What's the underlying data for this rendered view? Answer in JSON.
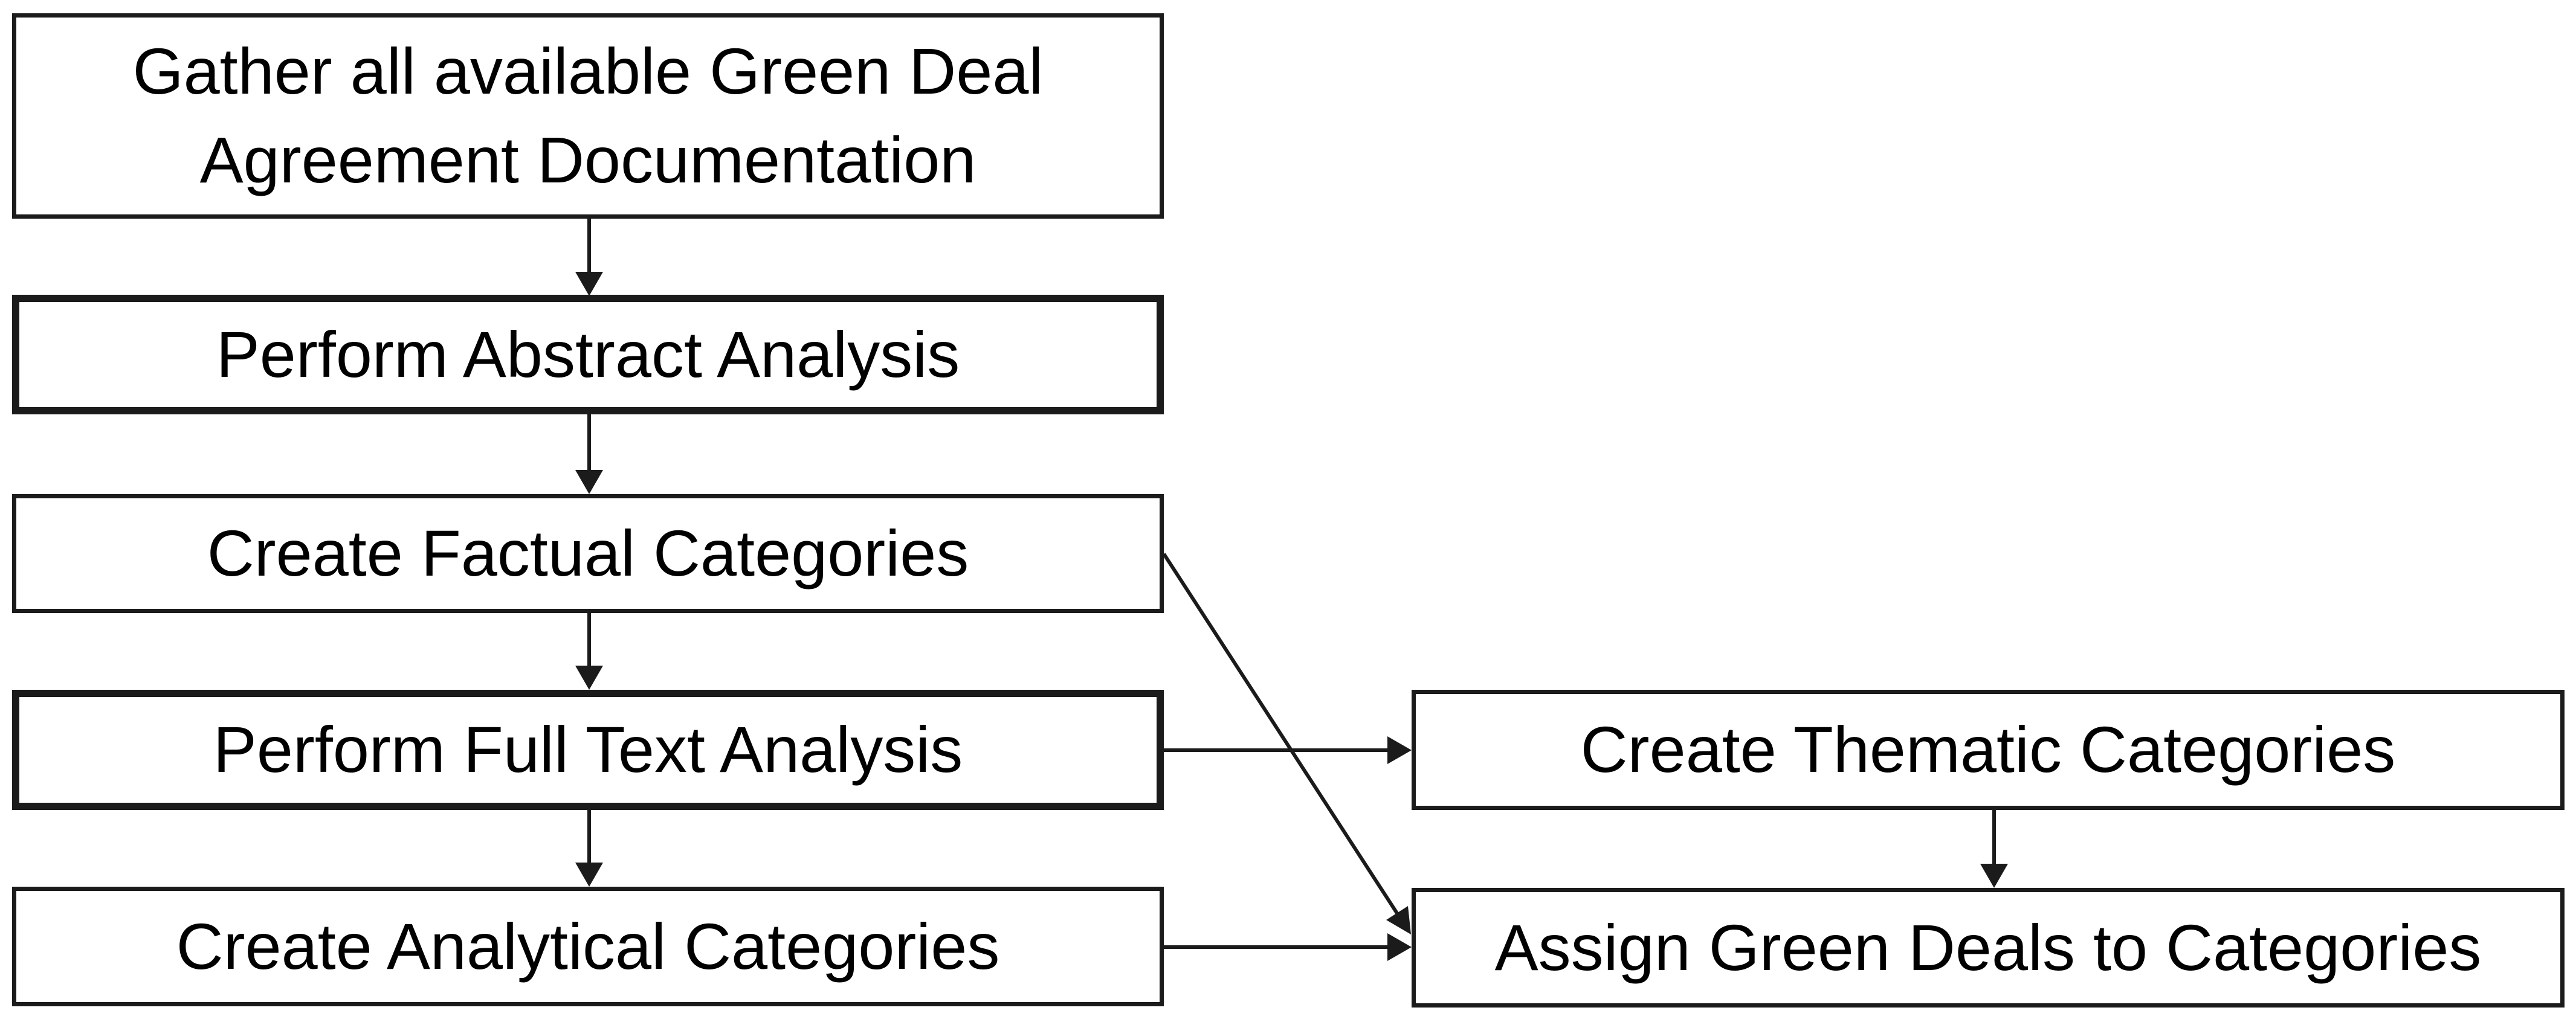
{
  "diagram": {
    "type": "flowchart",
    "colors": {
      "background": "#ffffff",
      "box_fill": "#ffffff",
      "stroke": "#1b1b1b",
      "text": "#000000"
    },
    "nodes": [
      {
        "id": "gather-documentation",
        "lines": [
          "Gather all available Green Deal",
          "Agreement Documentation"
        ],
        "border": "thin"
      },
      {
        "id": "abstract-analysis",
        "lines": [
          "Perform Abstract Analysis"
        ],
        "border": "thick"
      },
      {
        "id": "factual-categories",
        "lines": [
          "Create Factual Categories"
        ],
        "border": "thin"
      },
      {
        "id": "full-text-analysis",
        "lines": [
          "Perform Full Text Analysis"
        ],
        "border": "thick"
      },
      {
        "id": "analytical-categories",
        "lines": [
          "Create Analytical Categories"
        ],
        "border": "thin"
      },
      {
        "id": "thematic-categories",
        "lines": [
          "Create Thematic Categories"
        ],
        "border": "thin"
      },
      {
        "id": "assign-green-deals",
        "lines": [
          "Assign Green Deals to Categories"
        ],
        "border": "thin"
      }
    ],
    "edges": [
      {
        "from": "gather-documentation",
        "to": "abstract-analysis"
      },
      {
        "from": "abstract-analysis",
        "to": "factual-categories"
      },
      {
        "from": "factual-categories",
        "to": "full-text-analysis"
      },
      {
        "from": "full-text-analysis",
        "to": "analytical-categories"
      },
      {
        "from": "full-text-analysis",
        "to": "thematic-categories"
      },
      {
        "from": "factual-categories",
        "to": "assign-green-deals"
      },
      {
        "from": "analytical-categories",
        "to": "assign-green-deals"
      },
      {
        "from": "thematic-categories",
        "to": "assign-green-deals"
      }
    ]
  }
}
